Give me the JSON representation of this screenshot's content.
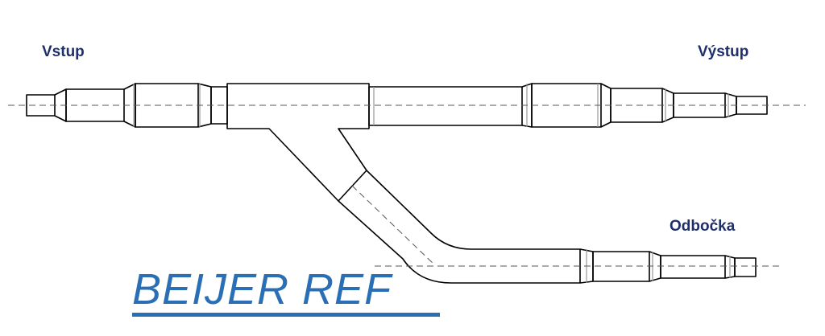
{
  "labels": {
    "inlet": "Vstup",
    "outlet": "Výstup",
    "branch": "Odbočka"
  },
  "logo": {
    "text": "BEIJER REF"
  },
  "colors": {
    "label": "#1f2f6b",
    "logo": "#2a6fb5",
    "pipe_outline": "#000000",
    "centerline": "#555555"
  }
}
